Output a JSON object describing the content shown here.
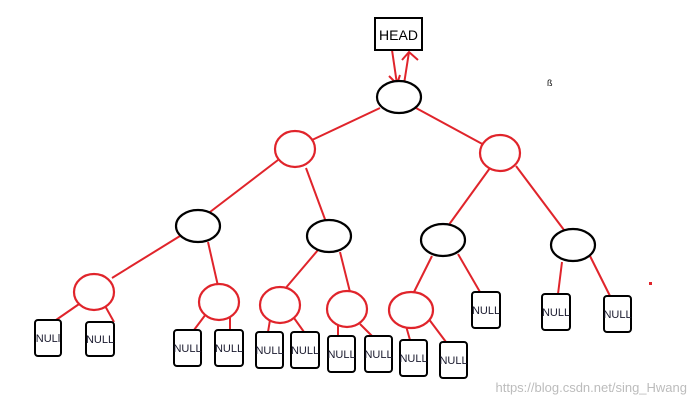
{
  "head": {
    "label": "HEAD"
  },
  "null_label": "NULL",
  "null_label_alt": "NULl",
  "watermark": "https://blog.csdn.net/sing_Hwang",
  "stray_glyph": "ß",
  "colors": {
    "red": "#e0242b",
    "black": "#000000",
    "red_node": "#e0242b",
    "black_node": "#000000"
  }
}
